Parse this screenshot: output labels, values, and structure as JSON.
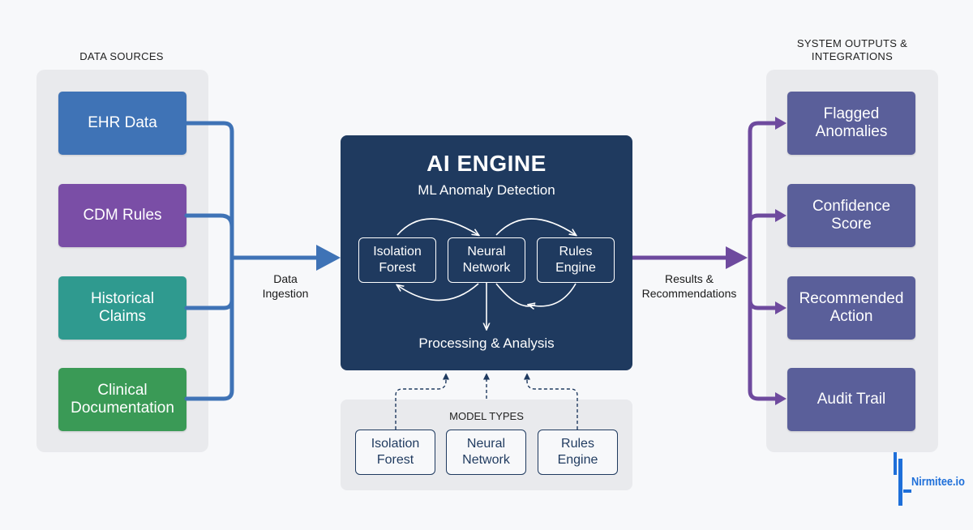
{
  "colors": {
    "ehr": "#3f73b6",
    "cdm": "#7a4ea6",
    "historical": "#2f9a8f",
    "clinical": "#3a9a56",
    "engine": "#1f3a5f",
    "output": "#5a5f9a",
    "ingest_arrow": "#3f73b6",
    "output_arrow": "#6e4a9e",
    "logo": "#1e6fd9"
  },
  "data_sources": {
    "title": "DATA SOURCES",
    "items": [
      {
        "label": "EHR Data",
        "color": "#3f73b6"
      },
      {
        "label": "CDM Rules",
        "color": "#7a4ea6"
      },
      {
        "label": "Historical Claims",
        "color": "#2f9a8f"
      },
      {
        "label": "Clinical Documentation",
        "color": "#3a9a56"
      }
    ]
  },
  "ingestion_label": "Data Ingestion",
  "engine": {
    "title": "AI ENGINE",
    "subtitle": "ML Anomaly Detection",
    "models": [
      "Isolation Forest",
      "Neural Network",
      "Rules Engine"
    ],
    "processing": "Processing & Analysis"
  },
  "model_types": {
    "title": "MODEL TYPES",
    "items": [
      "Isolation Forest",
      "Neural Network",
      "Rules Engine"
    ]
  },
  "results_label": "Results & Recommendations",
  "outputs": {
    "title": "SYSTEM OUTPUTS & INTEGRATIONS",
    "items": [
      "Flagged Anomalies",
      "Confidence Score",
      "Recommended Action",
      "Audit Trail"
    ]
  },
  "logo": {
    "text": "Nirmitee.io",
    "icon": "nirmitee-logo-icon"
  }
}
